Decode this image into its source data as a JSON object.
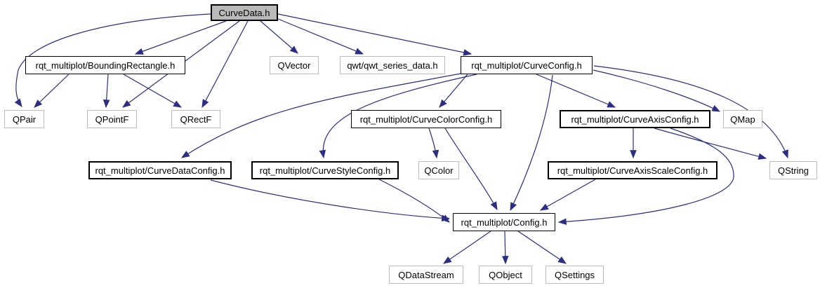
{
  "diagram": {
    "type": "doxygen-include-dependency-graph",
    "root": "CurveData.h",
    "edge_color": "#2b2e83",
    "root_fill_color": "#b9b9b9",
    "external_border_color": "#bdbdbd",
    "nodes": [
      {
        "id": "curvedata",
        "label": "CurveData.h",
        "kind": "root"
      },
      {
        "id": "boundingrectangle",
        "label": "rqt_multiplot/BoundingRectangle.h",
        "kind": "internal"
      },
      {
        "id": "qvector",
        "label": "QVector",
        "kind": "external"
      },
      {
        "id": "qwtseriesdata",
        "label": "qwt/qwt_series_data.h",
        "kind": "external"
      },
      {
        "id": "curveconfig",
        "label": "rqt_multiplot/CurveConfig.h",
        "kind": "internal"
      },
      {
        "id": "qpair",
        "label": "QPair",
        "kind": "external"
      },
      {
        "id": "qpointf",
        "label": "QPointF",
        "kind": "external"
      },
      {
        "id": "qrectf",
        "label": "QRectF",
        "kind": "external"
      },
      {
        "id": "curvecolorconfig",
        "label": "rqt_multiplot/CurveColorConfig.h",
        "kind": "internal"
      },
      {
        "id": "curveaxisconfig",
        "label": "rqt_multiplot/CurveAxisConfig.h",
        "kind": "internal-undocumented"
      },
      {
        "id": "qmap",
        "label": "QMap",
        "kind": "external"
      },
      {
        "id": "curvedataconfig",
        "label": "rqt_multiplot/CurveDataConfig.h",
        "kind": "internal-undocumented"
      },
      {
        "id": "curvestyleconfig",
        "label": "rqt_multiplot/CurveStyleConfig.h",
        "kind": "internal-undocumented"
      },
      {
        "id": "qcolor",
        "label": "QColor",
        "kind": "external"
      },
      {
        "id": "curveaxisscaleconfig",
        "label": "rqt_multiplot/CurveAxisScaleConfig.h",
        "kind": "internal-undocumented"
      },
      {
        "id": "qstring",
        "label": "QString",
        "kind": "external"
      },
      {
        "id": "config",
        "label": "rqt_multiplot/Config.h",
        "kind": "internal"
      },
      {
        "id": "qdatastream",
        "label": "QDataStream",
        "kind": "external"
      },
      {
        "id": "qobject",
        "label": "QObject",
        "kind": "external"
      },
      {
        "id": "qsettings",
        "label": "QSettings",
        "kind": "external"
      }
    ],
    "edges": [
      {
        "from": "CurveData.h",
        "to": "rqt_multiplot/BoundingRectangle.h"
      },
      {
        "from": "CurveData.h",
        "to": "QPair"
      },
      {
        "from": "CurveData.h",
        "to": "QPointF"
      },
      {
        "from": "CurveData.h",
        "to": "QRectF"
      },
      {
        "from": "CurveData.h",
        "to": "QVector"
      },
      {
        "from": "CurveData.h",
        "to": "qwt/qwt_series_data.h"
      },
      {
        "from": "CurveData.h",
        "to": "rqt_multiplot/CurveConfig.h"
      },
      {
        "from": "rqt_multiplot/BoundingRectangle.h",
        "to": "QPair"
      },
      {
        "from": "rqt_multiplot/BoundingRectangle.h",
        "to": "QPointF"
      },
      {
        "from": "rqt_multiplot/BoundingRectangle.h",
        "to": "QRectF"
      },
      {
        "from": "rqt_multiplot/CurveConfig.h",
        "to": "rqt_multiplot/CurveColorConfig.h"
      },
      {
        "from": "rqt_multiplot/CurveConfig.h",
        "to": "rqt_multiplot/CurveAxisConfig.h"
      },
      {
        "from": "rqt_multiplot/CurveConfig.h",
        "to": "QMap"
      },
      {
        "from": "rqt_multiplot/CurveConfig.h",
        "to": "QString"
      },
      {
        "from": "rqt_multiplot/CurveConfig.h",
        "to": "rqt_multiplot/CurveDataConfig.h"
      },
      {
        "from": "rqt_multiplot/CurveConfig.h",
        "to": "rqt_multiplot/CurveStyleConfig.h"
      },
      {
        "from": "rqt_multiplot/CurveConfig.h",
        "to": "rqt_multiplot/Config.h"
      },
      {
        "from": "rqt_multiplot/CurveColorConfig.h",
        "to": "QColor"
      },
      {
        "from": "rqt_multiplot/CurveColorConfig.h",
        "to": "rqt_multiplot/Config.h"
      },
      {
        "from": "rqt_multiplot/CurveAxisConfig.h",
        "to": "rqt_multiplot/CurveAxisScaleConfig.h"
      },
      {
        "from": "rqt_multiplot/CurveAxisConfig.h",
        "to": "QString"
      },
      {
        "from": "rqt_multiplot/CurveAxisConfig.h",
        "to": "rqt_multiplot/Config.h"
      },
      {
        "from": "rqt_multiplot/CurveAxisScaleConfig.h",
        "to": "rqt_multiplot/Config.h"
      },
      {
        "from": "rqt_multiplot/CurveDataConfig.h",
        "to": "rqt_multiplot/Config.h"
      },
      {
        "from": "rqt_multiplot/CurveStyleConfig.h",
        "to": "rqt_multiplot/Config.h"
      },
      {
        "from": "rqt_multiplot/Config.h",
        "to": "QDataStream"
      },
      {
        "from": "rqt_multiplot/Config.h",
        "to": "QObject"
      },
      {
        "from": "rqt_multiplot/Config.h",
        "to": "QSettings"
      }
    ]
  }
}
